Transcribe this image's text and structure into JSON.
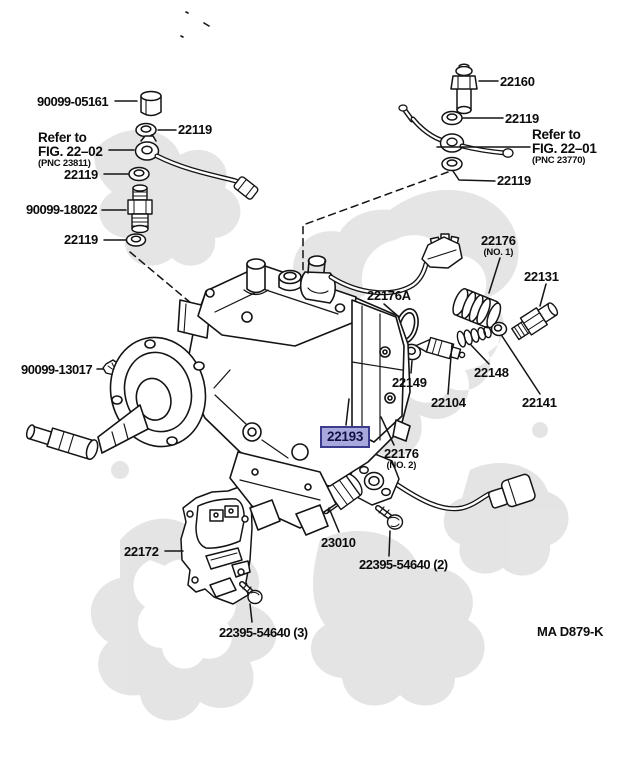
{
  "labels": {
    "p90099_05161": "90099-05161",
    "p22119_a": "22119",
    "refer_22_02": {
      "line1": "Refer to",
      "line2": "FIG. 22–02",
      "line3": "(PNC 23811)"
    },
    "p22119_b": "22119",
    "p90099_18022": "90099-18022",
    "p22119_c": "22119",
    "p22160": "22160",
    "p22119_d": "22119",
    "refer_22_01": {
      "line1": "Refer to",
      "line2": "FIG. 22–01",
      "line3": "(PNC 23770)"
    },
    "p22119_e": "22119",
    "p22176_no1": "22176",
    "p22176_no1_sub": "(NO. 1)",
    "p22131": "22131",
    "p22176a": "22176A",
    "p22149": "22149",
    "p22148": "22148",
    "p22104": "22104",
    "p22141": "22141",
    "p90099_13017": "90099-13017",
    "p22193": "22193",
    "p22176_no2": "22176",
    "p22176_no2_sub": "(NO. 2)",
    "p23010": "23010",
    "p22395_54640_2": "22395-54640 (2)",
    "p22172": "22172",
    "p22395_54640_3": "22395-54640 (3)",
    "footer_code": "MA D879-K"
  },
  "highlight": {
    "part": "22193",
    "fill": "#a8a8dc",
    "border": "#3c3c8e",
    "text_color": "#121247"
  },
  "colors": {
    "line": "#141414",
    "background": "#ffffff",
    "watermark": "#dadada"
  }
}
